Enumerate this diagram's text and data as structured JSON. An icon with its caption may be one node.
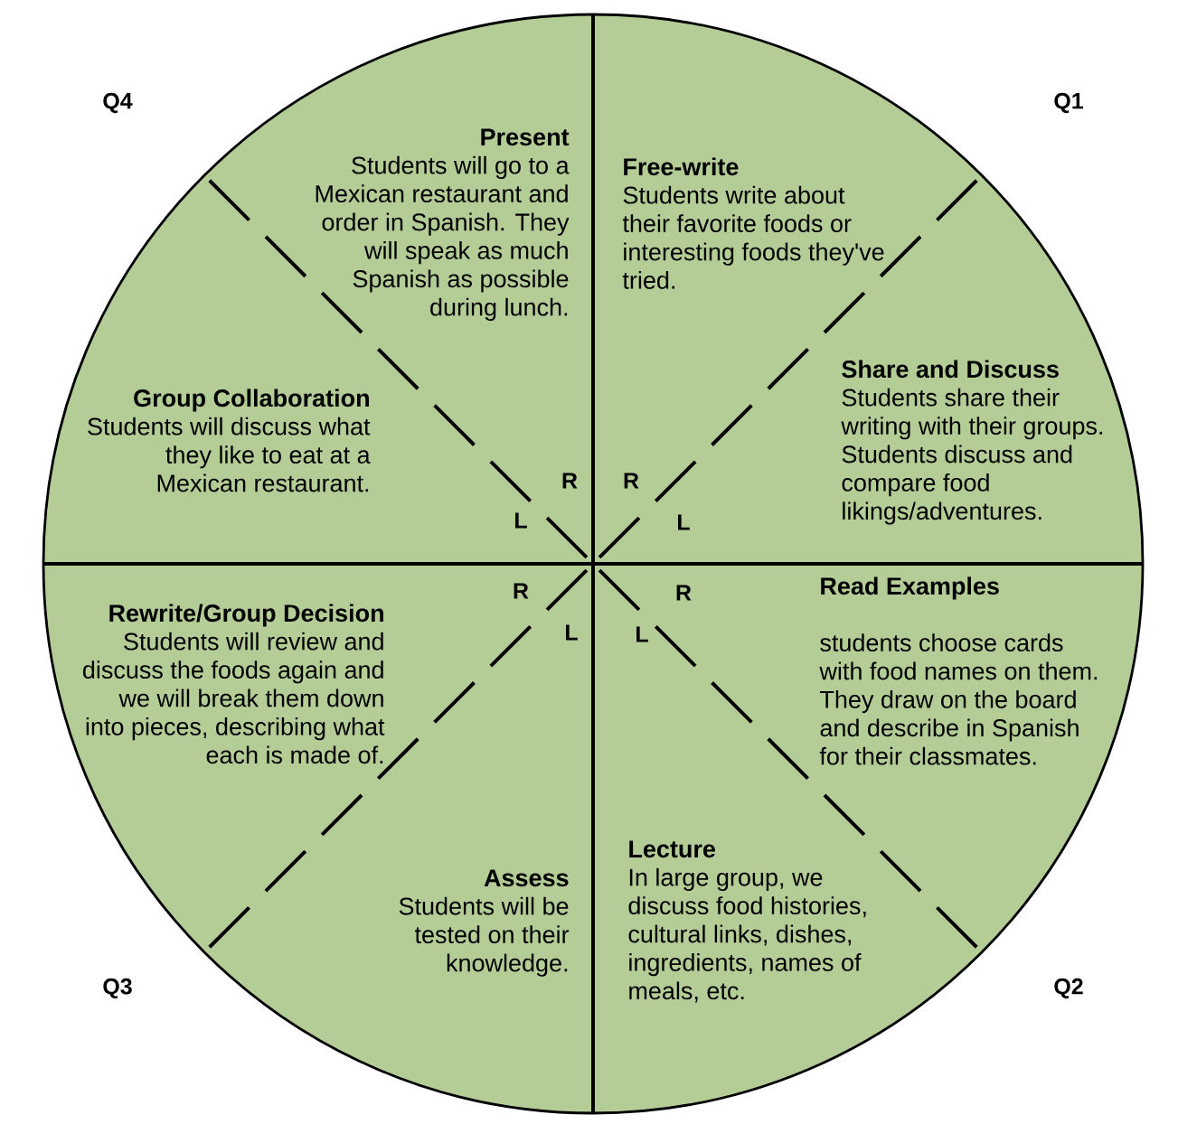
{
  "diagram": {
    "nodes": [
      {
        "text": [
          "Free-write",
          "Students write about their favorite foods or interesting foods they've tried."
        ]
      },
      {
        "text": [
          "Share and Discuss",
          "Students share their writing with their groups. Students discuss and compare food likings/adventures."
        ]
      },
      {
        "text": [
          "Read Examples",
          "students choose cards with food names on them. They draw on the board and describe in Spanish for their classmates."
        ]
      },
      {
        "text": [
          "Lecture",
          "In large group, we discuss food histories, cultural links, dishes, ingredients, names of meals, etc."
        ]
      },
      {
        "text": [
          "Assess",
          "Students will be tested on their knowledge."
        ]
      },
      {
        "text": [
          "Rewrite/Group Decision",
          "Students will review and discuss the foods again and we will break them down into pieces, describing what each is made of."
        ]
      },
      {
        "text": [
          "Group Collaboration",
          "Students will discuss what they like to eat at a Mexican restaurant."
        ]
      },
      {
        "text": [
          "Present",
          "Students will go to a Mexican restaurant and order in Spanish. They will speak as much Spanish as possible during lunch."
        ]
      }
    ],
    "labels": [
      "Q4",
      "Q1",
      "R",
      "R",
      "L",
      "L",
      "R",
      "R",
      "L",
      "L",
      "Q3",
      "Q2"
    ]
  }
}
